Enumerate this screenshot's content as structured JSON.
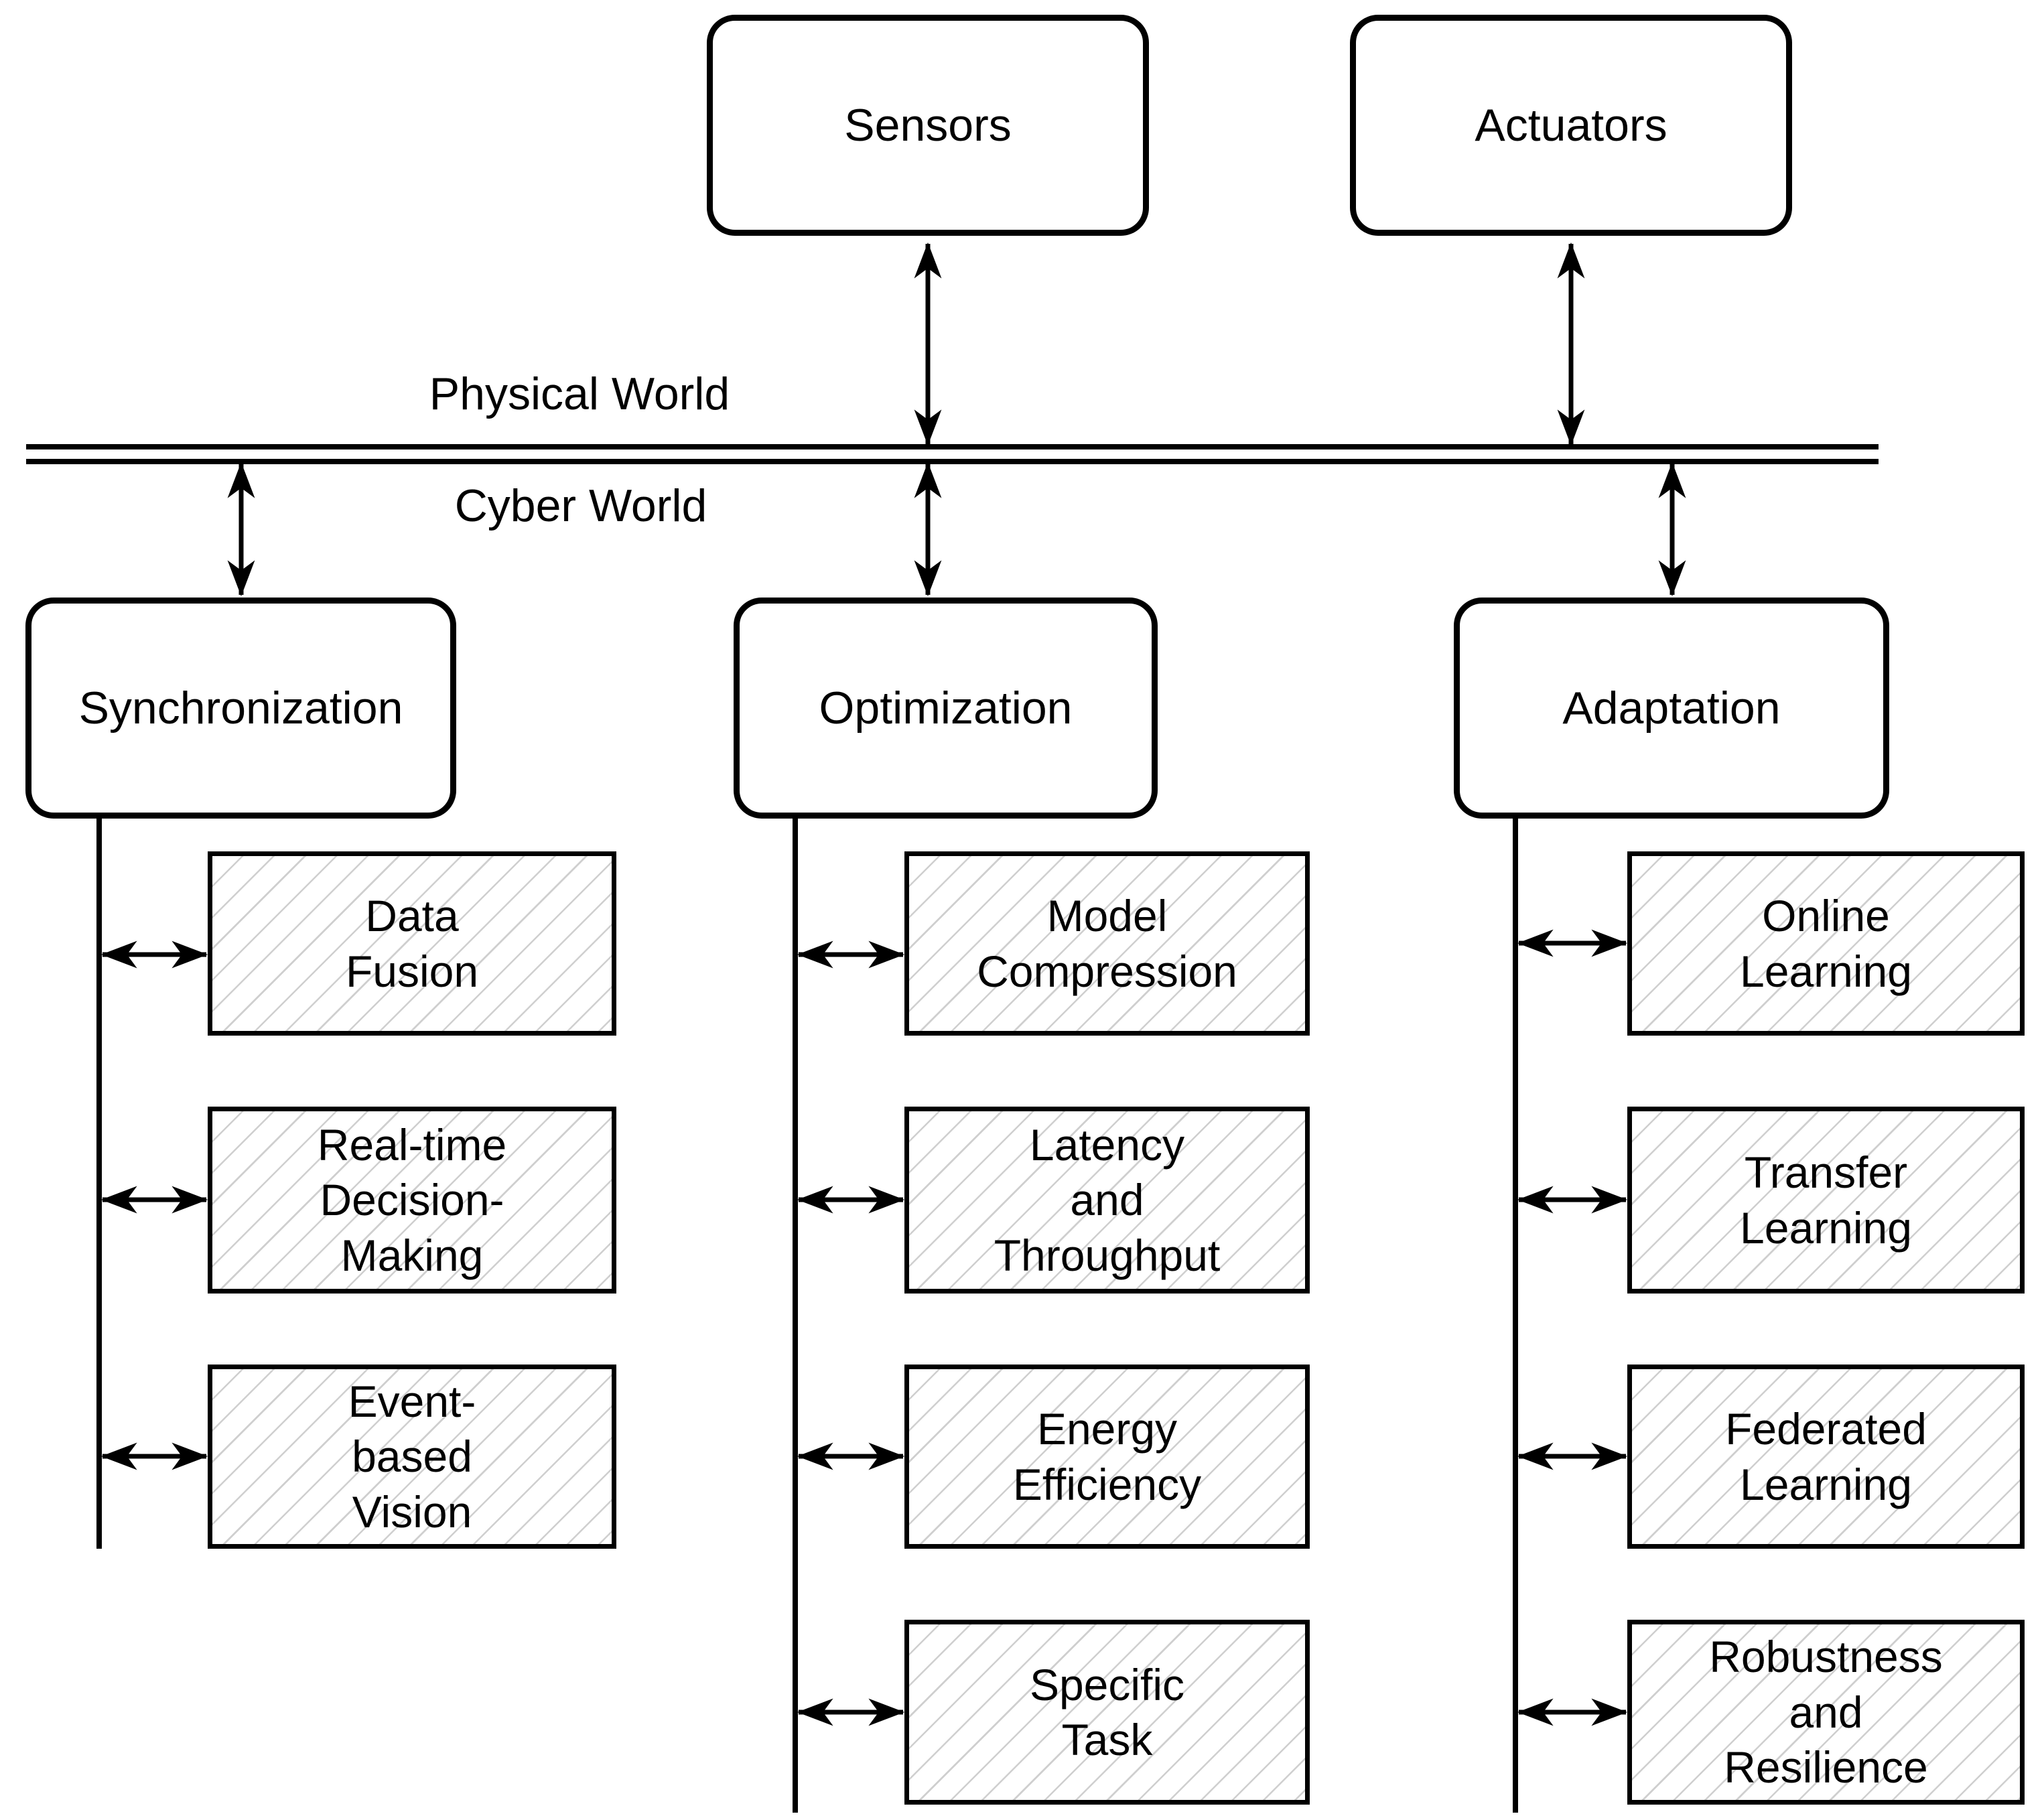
{
  "diagram": {
    "physical_world_label": "Physical World",
    "cyber_world_label": "Cyber World",
    "top_nodes": {
      "sensors": {
        "label": "Sensors"
      },
      "actuators": {
        "label": "Actuators"
      }
    },
    "columns": [
      {
        "label": "Synchronization",
        "children": [
          {
            "label": "Data\nFusion"
          },
          {
            "label": "Real-time\nDecision-\nMaking"
          },
          {
            "label": "Event-\nbased\nVision"
          }
        ]
      },
      {
        "label": "Optimization",
        "children": [
          {
            "label": "Model\nCompression"
          },
          {
            "label": "Latency\nand\nThroughput"
          },
          {
            "label": "Energy\nEfficiency"
          },
          {
            "label": "Specific\nTask"
          }
        ]
      },
      {
        "label": "Adaptation",
        "children": [
          {
            "label": "Online\nLearning"
          },
          {
            "label": "Transfer\nLearning"
          },
          {
            "label": "Federated\nLearning"
          },
          {
            "label": "Robustness\nand\nResilience"
          }
        ]
      }
    ],
    "colors": {
      "stroke": "#000000",
      "hatch_line": "#cfcfcf",
      "background": "#ffffff"
    }
  }
}
